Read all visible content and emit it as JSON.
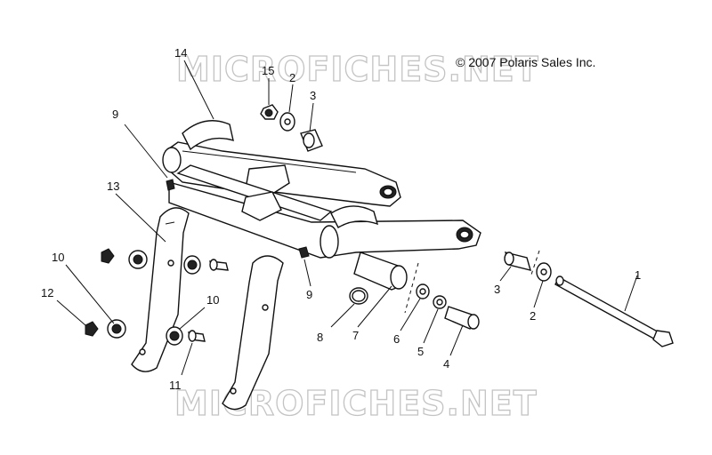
{
  "copyright": "© 2007 Polaris Sales Inc.",
  "watermark": "MICROFICHES.NET",
  "callouts": [
    {
      "id": "c1",
      "label": "1"
    },
    {
      "id": "c2a",
      "label": "2"
    },
    {
      "id": "c2b",
      "label": "2"
    },
    {
      "id": "c3a",
      "label": "3"
    },
    {
      "id": "c3b",
      "label": "3"
    },
    {
      "id": "c4",
      "label": "4"
    },
    {
      "id": "c5",
      "label": "5"
    },
    {
      "id": "c6",
      "label": "6"
    },
    {
      "id": "c7",
      "label": "7"
    },
    {
      "id": "c8",
      "label": "8"
    },
    {
      "id": "c9a",
      "label": "9"
    },
    {
      "id": "c9b",
      "label": "9"
    },
    {
      "id": "c10a",
      "label": "10"
    },
    {
      "id": "c10b",
      "label": "10"
    },
    {
      "id": "c11",
      "label": "11"
    },
    {
      "id": "c12",
      "label": "12"
    },
    {
      "id": "c13",
      "label": "13"
    },
    {
      "id": "c14",
      "label": "14"
    },
    {
      "id": "c15",
      "label": "15"
    }
  ]
}
